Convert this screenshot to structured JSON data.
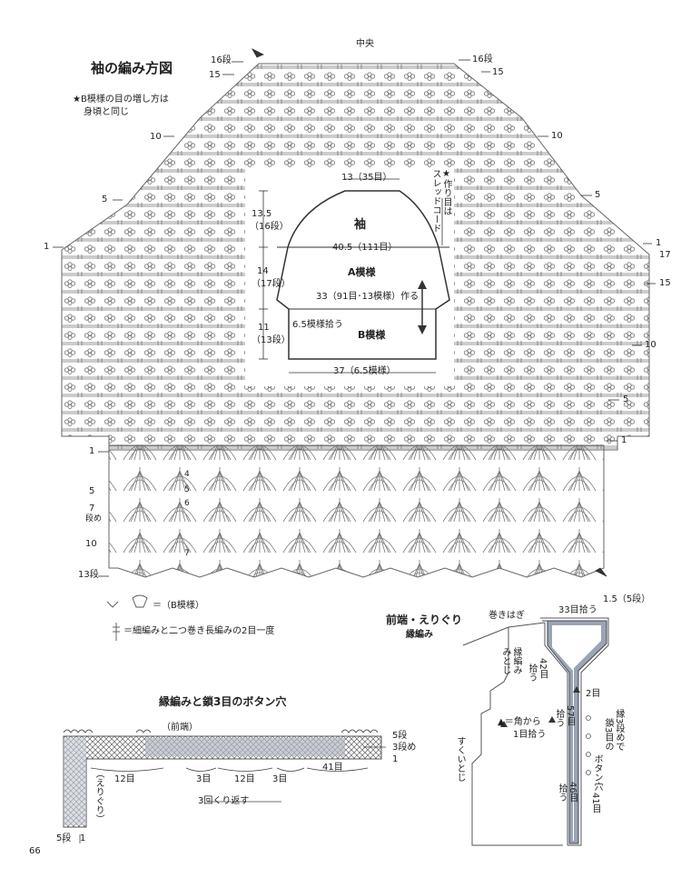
{
  "page_number": "66",
  "sleeve_chart": {
    "title": "袖の編み方図",
    "note_line1": "★B模様の目の増し方は",
    "note_line2": "身頃と同じ",
    "center_label": "中央",
    "row_labels": {
      "r16_left": "16段",
      "r15_left": "15",
      "r16_right": "16段",
      "r15_right": "15",
      "r10_left": "10",
      "r10_right": "10",
      "r5_left": "5",
      "r5_right": "5",
      "r1_left": "1",
      "r1_right": "1",
      "r17_right": "17",
      "r15_right_b": "15",
      "r10_right_b": "10",
      "r5_right_b": "5",
      "b1_left": "1",
      "b1_right": "1",
      "b5_left": "5",
      "b7_left": "7",
      "b7_left_2": "段め",
      "b10_left": "10",
      "b13_left": "13段"
    },
    "pattern_numbers": [
      "4",
      "5",
      "6",
      "7"
    ]
  },
  "schematic": {
    "top_width": "13（35目）",
    "sleeve_cap_label": "袖",
    "cap_height": "13.5",
    "cap_rows": "（16段）",
    "upper_width": "40.5（111目）",
    "pattern_a": "A模様",
    "pattern_a_height": "14",
    "pattern_a_rows": "（17段）",
    "decrease_note": "33（91目･13模様）作る",
    "pickup_note": "6.5模様拾う",
    "pattern_b": "B模様",
    "pattern_b_height": "11",
    "pattern_b_rows": "（13段）",
    "bottom_width": "37（6.5模様）",
    "chain_note_1": "★作り目は",
    "chain_note_2": "スレッドコード"
  },
  "legend": {
    "symbol_note": "＝（B模様）",
    "stitch_note": "＝細編みと二つ巻き長編みの2目一度"
  },
  "front_edge": {
    "title": "前端・えりぐり",
    "subtitle": "縁編み",
    "rolled_edge": "巻きはぎ",
    "pick_33": "33目拾う",
    "rows_label": "1.5（5段）",
    "side_note_1": "縁編み",
    "side_note_2": "みとじ",
    "pick_42": "42目",
    "pick_42b": "拾う",
    "marker_2": "2目",
    "pick_57": "57目",
    "pick_57b": "拾う",
    "corner_note_1": "▲＝角から",
    "corner_note_2": "1目拾う",
    "button_note_1": "縁3段めで",
    "button_note_2": "鎖3目の",
    "button_note_3": "ボタン穴",
    "straight_note": "すくいとじ",
    "pick_46": "46目",
    "pick_46b": "拾う",
    "sts_41": "41目",
    "rows_5": "5"
  },
  "buttonhole_chart": {
    "title": "縁編みと鎖3目のボタン穴",
    "front_label": "（前端）",
    "collar_label": "（えりぐり）",
    "count_12a": "12目",
    "count_3a": "3目",
    "count_12b": "12目",
    "count_3b": "3目",
    "count_41": "41目",
    "repeat_note": "3回くり返す",
    "row5": "5段",
    "row3": "3段め",
    "row1": "1",
    "bottom_5": "5段",
    "bottom_1": "1"
  }
}
